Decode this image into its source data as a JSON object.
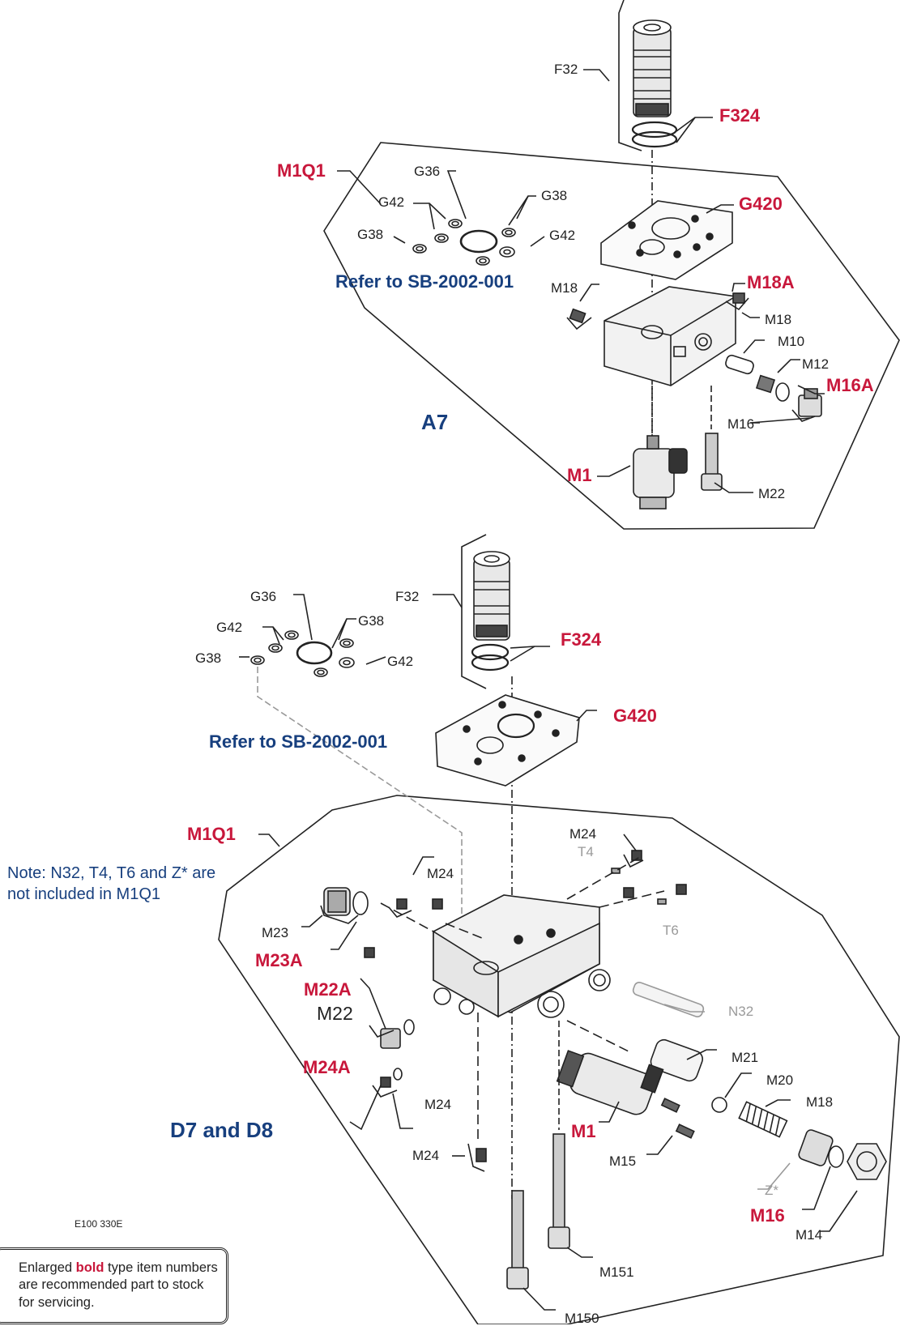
{
  "diagram": {
    "top": {
      "section": "A7",
      "refer": "Refer to SB-2002-001",
      "labels": {
        "F32": "F32",
        "F324": "F324",
        "M1Q1": "M1Q1",
        "G36": "G36",
        "G42a": "G42",
        "G38a": "G38",
        "G38b": "G38",
        "G42b": "G42",
        "G420": "G420",
        "M18a": "M18",
        "M18A": "M18A",
        "M18b": "M18",
        "M10": "M10",
        "M12": "M12",
        "M16A": "M16A",
        "M16": "M16",
        "M1": "M1",
        "M22": "M22"
      }
    },
    "bottom": {
      "section": "D7 and D8",
      "refer": "Refer to SB-2002-001",
      "note": "Note: N32, T4, T6 and Z* are not included in M1Q1",
      "labels": {
        "G36": "G36",
        "F32": "F32",
        "G42a": "G42",
        "G38a": "G38",
        "G38b": "G38",
        "G42b": "G42",
        "F324": "F324",
        "G420": "G420",
        "M1Q1": "M1Q1",
        "M24a": "M24",
        "T4": "T4",
        "M24b": "M24",
        "T6": "T6",
        "M23": "M23",
        "M23A": "M23A",
        "M22A": "M22A",
        "M22": "M22",
        "N32": "N32",
        "M21": "M21",
        "M20": "M20",
        "M18": "M18",
        "M24A": "M24A",
        "M24c": "M24",
        "M1": "M1",
        "M24d": "M24",
        "M15": "M15",
        "Zstar": "Z*",
        "M16": "M16",
        "M14": "M14",
        "M151": "M151",
        "M150": "M150"
      }
    },
    "drawing_code": "E100 330E",
    "legend": {
      "pre": "Enlarged ",
      "bold": "bold",
      "post": " type item numbers are recommended part to stock for servicing."
    },
    "colors": {
      "highlight": "#c8173b",
      "heading": "#173f7e",
      "line": "#222222",
      "muted": "#9a9a9a"
    }
  }
}
